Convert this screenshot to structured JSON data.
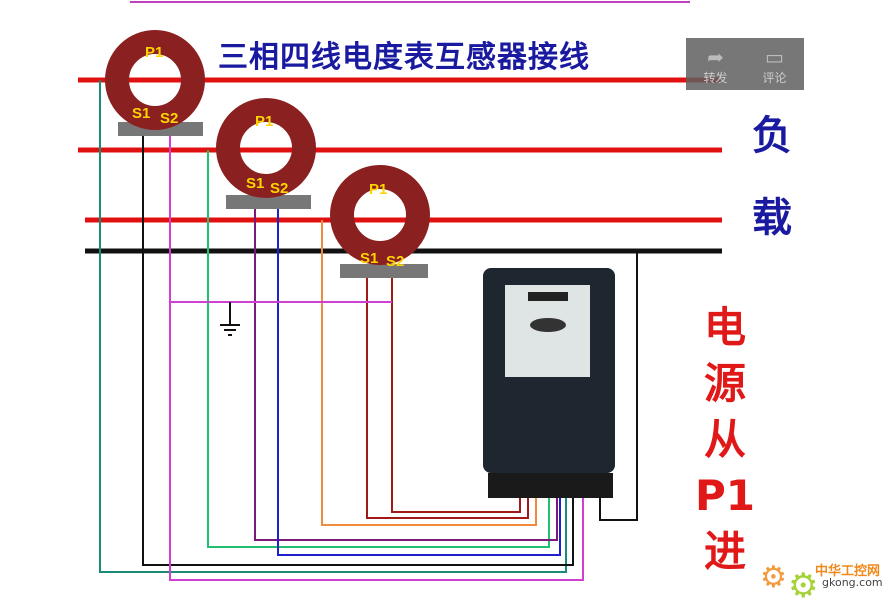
{
  "title": "三相四线电度表互感器接线",
  "load_label": [
    "负",
    "载"
  ],
  "source_label": [
    "电",
    "源",
    "从",
    "P1",
    "进"
  ],
  "ct_labels": {
    "primary": "P1",
    "s1": "S1",
    "s2": "S2"
  },
  "overlay": {
    "share": "转发",
    "comment": "评论"
  },
  "watermark": {
    "cn": "中华工控网",
    "en": "gkong.com"
  },
  "colors": {
    "phase": "#e01010",
    "neutral": "#111111",
    "title": "#1a1aa0"
  }
}
